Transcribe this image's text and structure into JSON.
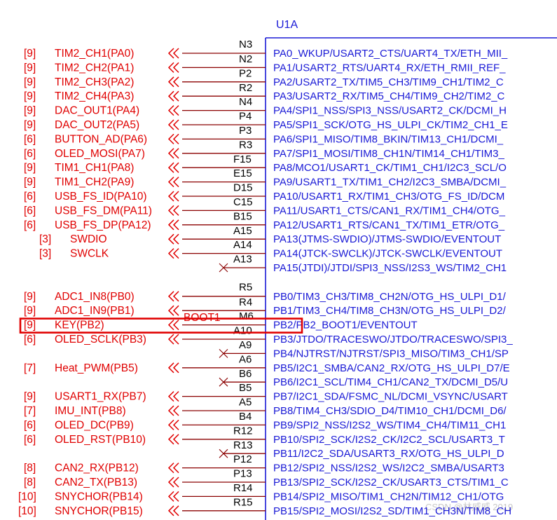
{
  "component": {
    "name": "U1A",
    "colors": {
      "net": "#e00000",
      "wire": "#8b0000",
      "body": "#1a1ad6",
      "pin": "#000000",
      "highlight": "#e00000"
    }
  },
  "rows": [
    {
      "ref": "[9]",
      "signal": "TIM2_CH1(PA0)",
      "pin": "N2",
      "desc": "PA0_WKUP/USART2_CTS/UART4_TX/ETH_MII_",
      "connected": true
    },
    {
      "ref": "[9]",
      "signal": "TIM2_CH2(PA1)",
      "pin": "P2",
      "desc": "PA1/USART2_RTS/UART4_RX/ETH_RMII_REF_",
      "connected": true
    },
    {
      "ref": "[9]",
      "signal": "TIM2_CH3(PA2)",
      "pin": "R2",
      "desc": "PA2/USART2_TX/TIM5_CH3/TIM9_CH1/TIM2_C",
      "connected": true
    },
    {
      "ref": "[9]",
      "signal": "TIM2_CH4(PA3)",
      "pin": "N4",
      "desc": "PA3/USART2_RX/TIM5_CH4/TIM9_CH2/TIM2_C",
      "connected": true
    },
    {
      "ref": "[9]",
      "signal": "DAC_OUT1(PA4)",
      "pin": "P4",
      "desc": "PA4/SPI1_NSS/SPI3_NSS/USART2_CK/DCMI_H",
      "connected": true
    },
    {
      "ref": "[9]",
      "signal": "DAC_OUT2(PA5)",
      "pin": "P3",
      "desc": "PA5/SPI1_SCK/OTG_HS_ULPI_CK/TIM2_CH1_E",
      "connected": true
    },
    {
      "ref": "[6]",
      "signal": "BUTTON_AD(PA6)",
      "pin": "R3",
      "desc": "PA6/SPI1_MISO/TIM8_BKIN/TIM13_CH1/DCMI_",
      "connected": true
    },
    {
      "ref": "[6]",
      "signal": "OLED_MOSI(PA7)",
      "pin": "F15",
      "desc": "PA7/SPI1_MOSI/TIM8_CH1N/TIM14_CH1/TIM3_",
      "connected": true
    },
    {
      "ref": "[9]",
      "signal": "TIM1_CH1(PA8)",
      "pin": "E15",
      "desc": "PA8/MCO1/USART1_CK/TIM1_CH1/I2C3_SCL/O",
      "connected": true
    },
    {
      "ref": "[9]",
      "signal": "TIM1_CH2(PA9)",
      "pin": "D15",
      "desc": "PA9/USART1_TX/TIM1_CH2/I2C3_SMBA/DCMI_",
      "connected": true
    },
    {
      "ref": "[6]",
      "signal": "USB_FS_ID(PA10)",
      "pin": "C15",
      "desc": "PA10/USART1_RX/TIM1_CH3/OTG_FS_ID/DCM",
      "connected": true
    },
    {
      "ref": "[6]",
      "signal": "USB_FS_DM(PA11)",
      "pin": "B15",
      "desc": "PA11/USART1_CTS/CAN1_RX/TIM1_CH4/OTG_",
      "connected": true
    },
    {
      "ref": "[6]",
      "signal": "USB_FS_DP(PA12)",
      "pin": "A15",
      "desc": "PA12/USART1_RTS/CAN1_TX/TIM1_ETR/OTG_",
      "connected": true
    },
    {
      "ref": "[3]",
      "signal": "SWDIO",
      "pin": "A14",
      "desc": "PA13(JTMS-SWDIO)/JTMS-SWDIO/EVENTOUT",
      "connected": true
    },
    {
      "ref": "[3]",
      "signal": "SWCLK",
      "pin": "A13",
      "desc": "PA14(JTCK-SWCLK)/JTCK-SWCLK/EVENTOUT",
      "connected": true
    },
    {
      "ref": "",
      "signal": "",
      "pin": "",
      "desc": "PA15(JTDI)/JTDI/SPI3_NSS/I2S3_WS/TIM2_CH1",
      "connected": false
    },
    {
      "ref": "",
      "signal": "",
      "pin": "",
      "desc": "",
      "connected": false,
      "spacer": true
    },
    {
      "ref": "[9]",
      "signal": "ADC1_IN8(PB0)",
      "pin": "R4",
      "desc": "PB0/TIM3_CH3/TIM8_CH2N/OTG_HS_ULPI_D1/",
      "connected": true
    },
    {
      "ref": "[9]",
      "signal": "ADC1_IN9(PB1)",
      "pin": "M6",
      "desc": "PB1/TIM3_CH4/TIM8_CH3N/OTG_HS_ULPI_D2/",
      "connected": true,
      "netlabel": "BOOT1"
    },
    {
      "ref": "[9]",
      "signal": "KEY(PB2)",
      "pin": "A10",
      "desc": "PB2/PB2_BOOT1/EVENTOUT",
      "connected": true,
      "highlight": true
    },
    {
      "ref": "[6]",
      "signal": "OLED_SCLK(PB3)",
      "pin": "A9",
      "desc": "PB3/JTDO/TRACESWO/JTDO/TRACESWO/SPI3_",
      "connected": true
    },
    {
      "ref": "",
      "signal": "",
      "pin": "A6",
      "desc": "PB4/NJTRST/NJTRST/SPI3_MISO/TIM3_CH1/SP",
      "connected": false
    },
    {
      "ref": "[7]",
      "signal": "Heat_PWM(PB5)",
      "pin": "B6",
      "desc": "PB5/I2C1_SMBA/CAN2_RX/OTG_HS_ULPI_D7/E",
      "connected": true
    },
    {
      "ref": "",
      "signal": "",
      "pin": "B5",
      "desc": "PB6/I2C1_SCL/TIM4_CH1/CAN2_TX/DCMI_D5/U",
      "connected": false
    },
    {
      "ref": "[9]",
      "signal": "USART1_RX(PB7)",
      "pin": "A5",
      "desc": "PB7/I2C1_SDA/FSMC_NL/DCMI_VSYNC/USART",
      "connected": true
    },
    {
      "ref": "[7]",
      "signal": "IMU_INT(PB8)",
      "pin": "B4",
      "desc": "PB8/TIM4_CH3/SDIO_D4/TIM10_CH1/DCMI_D6/",
      "connected": true
    },
    {
      "ref": "[6]",
      "signal": "OLED_DC(PB9)",
      "pin": "R12",
      "desc": "PB9/SPI2_NSS/I2S2_WS/TIM4_CH4/TIM11_CH1",
      "connected": true
    },
    {
      "ref": "[6]",
      "signal": "OLED_RST(PB10)",
      "pin": "R13",
      "desc": "PB10/SPI2_SCK/I2S2_CK/I2C2_SCL/USART3_T",
      "connected": true
    },
    {
      "ref": "",
      "signal": "",
      "pin": "P12",
      "desc": "PB11/I2C2_SDA/USART3_RX/OTG_HS_ULPI_D",
      "connected": false
    },
    {
      "ref": "[8]",
      "signal": "CAN2_RX(PB12)",
      "pin": "P13",
      "desc": "PB12/SPI2_NSS/I2S2_WS/I2C2_SMBA/USART3",
      "connected": true
    },
    {
      "ref": "[8]",
      "signal": "CAN2_TX(PB13)",
      "pin": "R14",
      "desc": "PB13/SPI2_SCK/I2S2_CK/USART3_CTS/TIM1_C",
      "connected": true
    },
    {
      "ref": "[10]",
      "signal": "SNYCHOR(PB14)",
      "pin": "R15",
      "desc": "PB14/SPI2_MISO/TIM1_CH2N/TIM12_CH1/OTG",
      "connected": true
    },
    {
      "ref": "[10]",
      "signal": "SNYCHOR(PB15)",
      "pin": "",
      "desc": "PB15/SPI2_MOSI/I2S2_SD/TIM1_CH3N/TIM8_CH",
      "connected": true
    }
  ],
  "top_pins": [
    "N3"
  ],
  "mid_pins": [
    "R5"
  ],
  "watermark": "CSDN @林威威 2019"
}
